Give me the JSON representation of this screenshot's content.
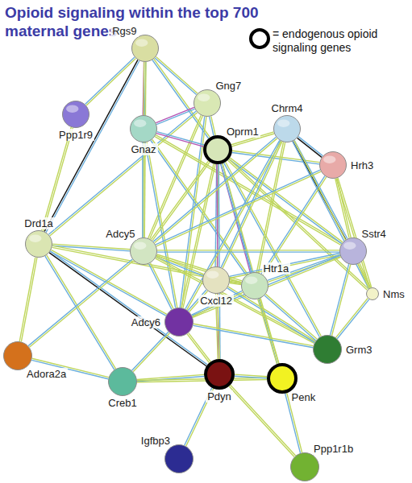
{
  "diagram": {
    "title": "Opioid signaling within the top 700 maternal genes",
    "nodes": [
      {
        "text": [
          "Rgs9"
        ]
      },
      {
        "text": [
          "Gng7"
        ]
      },
      {
        "text": [
          "Ppp1r9"
        ]
      },
      {
        "text": [
          "Gnaz"
        ]
      },
      {
        "text": [
          "Oprm1"
        ]
      },
      {
        "text": [
          "Chrm4"
        ]
      },
      {
        "text": [
          "Hrh3"
        ]
      },
      {
        "text": [
          "Drd1a"
        ]
      },
      {
        "text": [
          "Adcy5"
        ]
      },
      {
        "text": [
          "Sstr4"
        ]
      },
      {
        "text": [
          "Cxcl12"
        ]
      },
      {
        "text": [
          "Htr1a"
        ]
      },
      {
        "text": [
          "Nms"
        ]
      },
      {
        "text": [
          "Adcy6"
        ]
      },
      {
        "text": [
          "Grm3"
        ]
      },
      {
        "text": [
          "Adora2a"
        ]
      },
      {
        "text": [
          "Creb1"
        ]
      },
      {
        "text": [
          "Pdyn"
        ]
      },
      {
        "text": [
          "Penk"
        ]
      },
      {
        "text": [
          "Igfbp3"
        ]
      },
      {
        "text": [
          "Ppp1r1b"
        ]
      }
    ],
    "edges": [
      {
        "from": 0,
        "to": 1,
        "arrow": "none"
      },
      {
        "from": 0,
        "to": 2,
        "arrow": "none"
      },
      {
        "from": 0,
        "to": 3,
        "arrow": "none"
      },
      {
        "from": 0,
        "to": 4,
        "arrow": "none"
      },
      {
        "from": 0,
        "to": 7,
        "arrow": "none"
      },
      {
        "from": 0,
        "to": 8,
        "arrow": "none"
      },
      {
        "from": 1,
        "to": 3,
        "arrow": "none"
      },
      {
        "from": 1,
        "to": 4,
        "arrow": "none"
      },
      {
        "from": 1,
        "to": 8,
        "arrow": "none"
      },
      {
        "from": 1,
        "to": 13,
        "arrow": "none"
      },
      {
        "from": 1,
        "to": 7,
        "arrow": "none"
      },
      {
        "from": 2,
        "to": 7,
        "arrow": "none"
      },
      {
        "from": 3,
        "to": 4,
        "arrow": "none"
      },
      {
        "from": 3,
        "to": 8,
        "arrow": "none"
      },
      {
        "from": 3,
        "to": 9,
        "arrow": "none"
      },
      {
        "from": 3,
        "to": 11,
        "arrow": "none"
      },
      {
        "from": 3,
        "to": 13,
        "arrow": "none"
      },
      {
        "from": 4,
        "to": 5,
        "arrow": "none"
      },
      {
        "from": 4,
        "to": 6,
        "arrow": "none"
      },
      {
        "from": 4,
        "to": 9,
        "arrow": "none"
      },
      {
        "from": 4,
        "to": 8,
        "arrow": "none"
      },
      {
        "from": 4,
        "to": 10,
        "arrow": "none"
      },
      {
        "from": 4,
        "to": 11,
        "arrow": "none"
      },
      {
        "from": 4,
        "to": 13,
        "arrow": "none"
      },
      {
        "from": 4,
        "to": 17,
        "arrow": "none"
      },
      {
        "from": 4,
        "to": 18,
        "arrow": "none"
      },
      {
        "from": 4,
        "to": 12,
        "arrow": "none"
      },
      {
        "from": 4,
        "to": 14,
        "arrow": "none"
      },
      {
        "from": 5,
        "to": 6,
        "arrow": "none"
      },
      {
        "from": 5,
        "to": 9,
        "arrow": "none"
      },
      {
        "from": 5,
        "to": 8,
        "arrow": "none"
      },
      {
        "from": 5,
        "to": 10,
        "arrow": "none"
      },
      {
        "from": 5,
        "to": 11,
        "arrow": "none"
      },
      {
        "from": 5,
        "to": 12,
        "arrow": "none"
      },
      {
        "from": 5,
        "to": 13,
        "arrow": "none"
      },
      {
        "from": 6,
        "to": 9,
        "arrow": "none"
      },
      {
        "from": 6,
        "to": 8,
        "arrow": "none"
      },
      {
        "from": 6,
        "to": 11,
        "arrow": "none"
      },
      {
        "from": 6,
        "to": 12,
        "arrow": "none"
      },
      {
        "from": 7,
        "to": 8,
        "arrow": "none"
      },
      {
        "from": 7,
        "to": 13,
        "arrow": "none"
      },
      {
        "from": 7,
        "to": 15,
        "arrow": "none"
      },
      {
        "from": 7,
        "to": 16,
        "arrow": "none"
      },
      {
        "from": 7,
        "to": 17,
        "arrow": "none"
      },
      {
        "from": 7,
        "to": 11,
        "arrow": "none"
      },
      {
        "from": 8,
        "to": 9,
        "arrow": "none"
      },
      {
        "from": 8,
        "to": 10,
        "arrow": "none"
      },
      {
        "from": 8,
        "to": 11,
        "arrow": "none"
      },
      {
        "from": 8,
        "to": 13,
        "arrow": "none"
      },
      {
        "from": 8,
        "to": 15,
        "arrow": "none"
      },
      {
        "from": 8,
        "to": 14,
        "arrow": "none"
      },
      {
        "from": 9,
        "to": 10,
        "arrow": "none"
      },
      {
        "from": 9,
        "to": 11,
        "arrow": "none"
      },
      {
        "from": 9,
        "to": 12,
        "arrow": "none"
      },
      {
        "from": 9,
        "to": 13,
        "arrow": "none"
      },
      {
        "from": 9,
        "to": 14,
        "arrow": "none"
      },
      {
        "from": 10,
        "to": 11,
        "arrow": "none"
      },
      {
        "from": 10,
        "to": 13,
        "arrow": "none"
      },
      {
        "from": 10,
        "to": 14,
        "arrow": "none"
      },
      {
        "from": 10,
        "to": 17,
        "arrow": "none"
      },
      {
        "from": 11,
        "to": 13,
        "arrow": "none"
      },
      {
        "from": 11,
        "to": 14,
        "arrow": "none"
      },
      {
        "from": 11,
        "to": 18,
        "arrow": "none"
      },
      {
        "from": 13,
        "to": 16,
        "arrow": "none"
      },
      {
        "from": 13,
        "to": 14,
        "arrow": "none"
      },
      {
        "from": 13,
        "to": 17,
        "arrow": "none"
      },
      {
        "from": 15,
        "to": 16,
        "arrow": "none"
      },
      {
        "from": 16,
        "to": 17,
        "arrow": "none"
      },
      {
        "from": 16,
        "to": 18,
        "arrow": "none"
      },
      {
        "from": 17,
        "to": 18,
        "arrow": "none"
      },
      {
        "from": 17,
        "to": 19,
        "arrow": "none"
      },
      {
        "from": 17,
        "to": 20,
        "arrow": "none"
      },
      {
        "from": 18,
        "to": 20,
        "arrow": "none"
      },
      {
        "from": 14,
        "to": 12,
        "arrow": "none"
      }
    ],
    "legend": [
      {
        "text": "= endogenous opioid signaling genes"
      }
    ]
  }
}
